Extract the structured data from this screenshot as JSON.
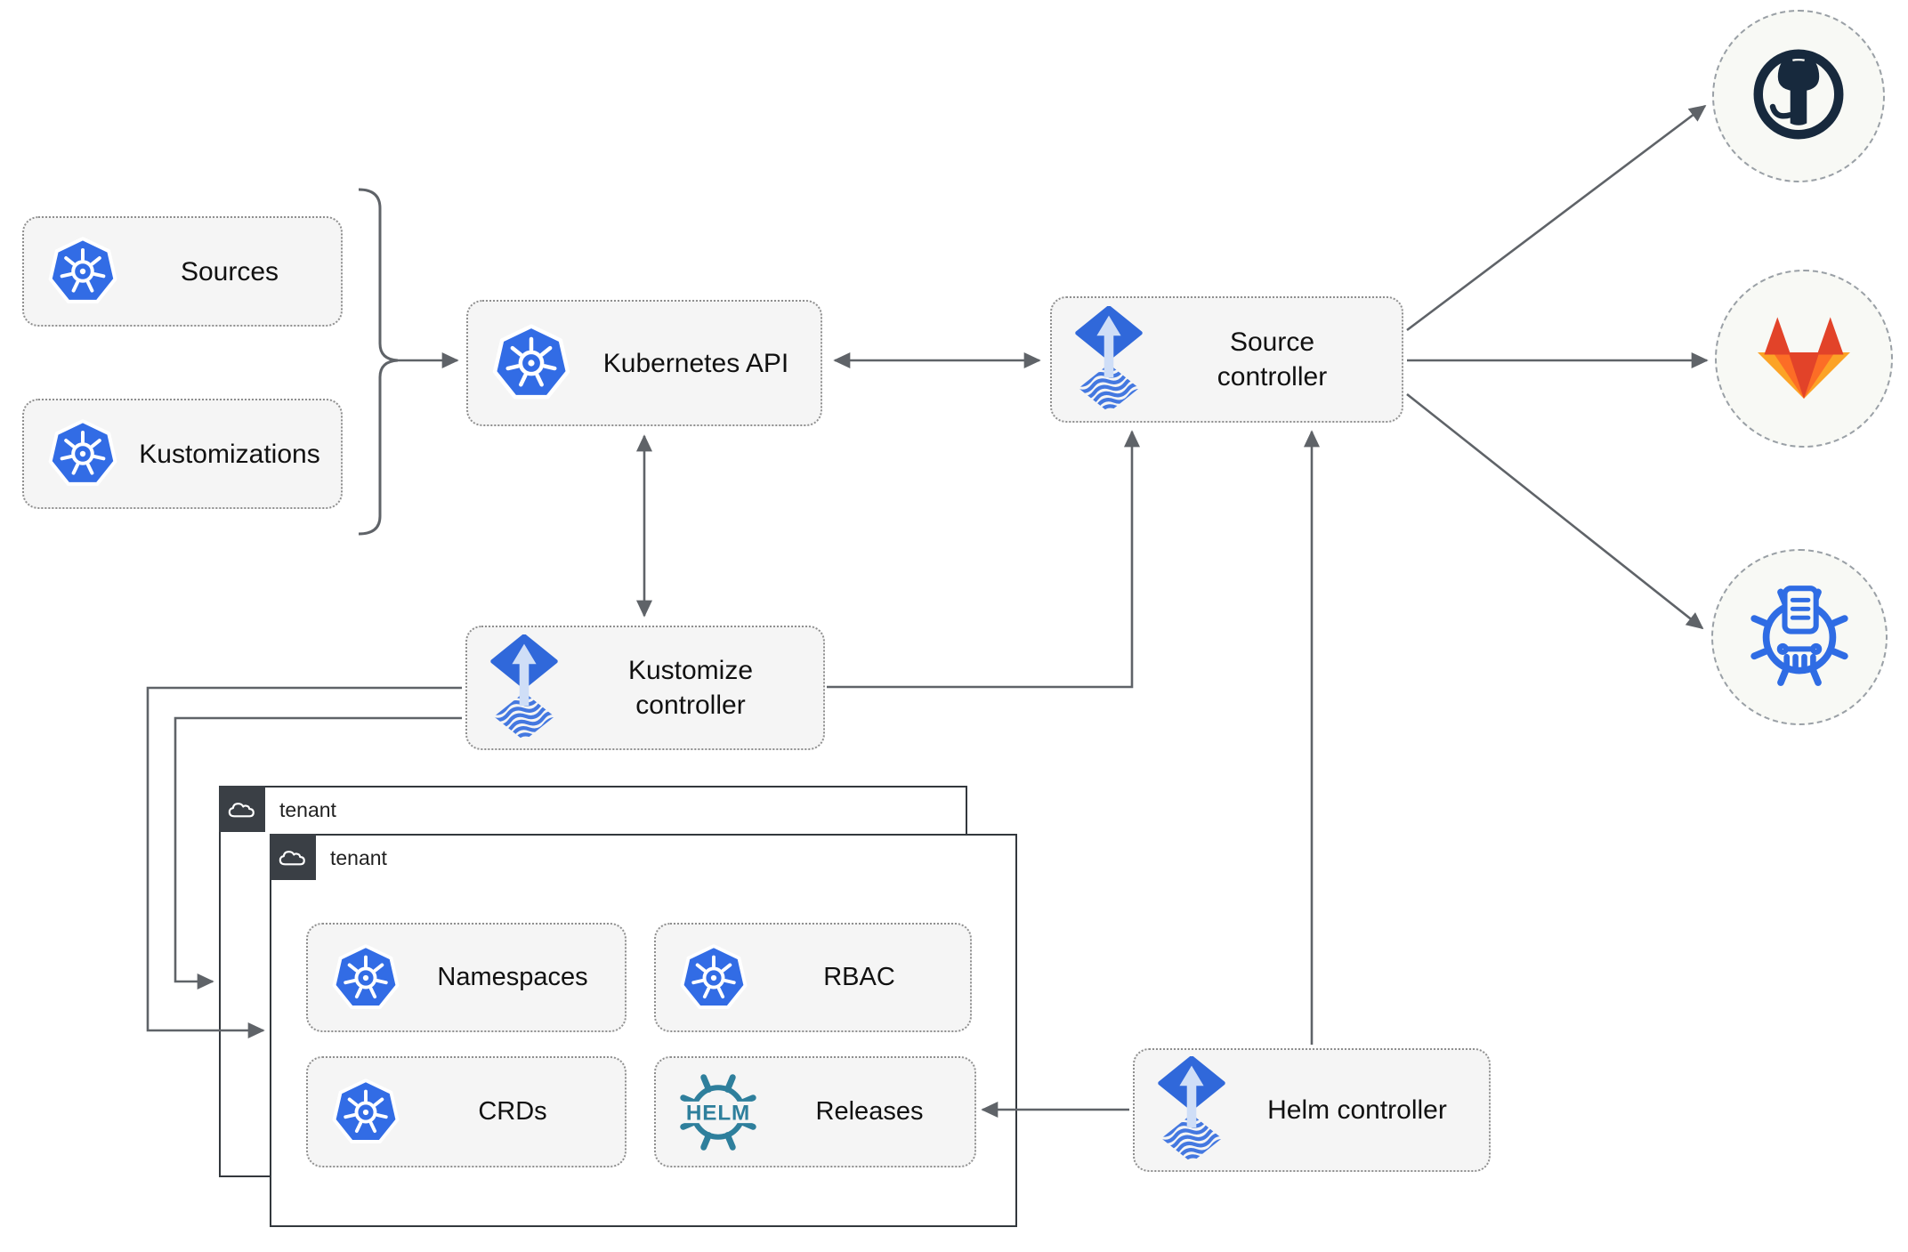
{
  "nodes": {
    "sources": {
      "label": "Sources",
      "icon": "kubernetes-icon"
    },
    "kustomizations": {
      "label": "Kustomizations",
      "icon": "kubernetes-icon"
    },
    "kubernetes_api": {
      "label": "Kubernetes API",
      "icon": "kubernetes-icon"
    },
    "source_controller": {
      "label": "Source controller",
      "icon": "flux-icon"
    },
    "kustomize_controller": {
      "label": "Kustomize controller",
      "icon": "flux-icon"
    },
    "helm_controller": {
      "label": "Helm controller",
      "icon": "flux-icon"
    }
  },
  "remotes": [
    {
      "icon": "github-icon"
    },
    {
      "icon": "gitlab-icon"
    },
    {
      "icon": "chartmuseum-icon"
    }
  ],
  "tenants": {
    "outer": {
      "label": "tenant",
      "icon": "cloud-icon"
    },
    "inner": {
      "label": "tenant",
      "icon": "cloud-icon",
      "resources": {
        "namespaces": {
          "label": "Namespaces",
          "icon": "kubernetes-icon"
        },
        "rbac": {
          "label": "RBAC",
          "icon": "kubernetes-icon"
        },
        "crds": {
          "label": "CRDs",
          "icon": "kubernetes-icon"
        },
        "releases": {
          "label": "Releases",
          "icon": "helm-icon"
        }
      }
    }
  },
  "helm_logo_text": "HELM",
  "colors": {
    "kubernetes_blue": "#326ce5",
    "flux_blue": "#3068da",
    "flux_arrow_light": "#cfdef7",
    "helm_teal": "#2e7f9c",
    "github_dark": "#17293d",
    "gitlab_red": "#e24329",
    "gitlab_orange": "#fc6d26",
    "gitlab_yellow": "#fca326",
    "chartmuseum_blue": "#2f6ce4",
    "connector_gray": "#5f6368",
    "box_fill": "#f5f5f5",
    "tenant_border": "#33383d"
  }
}
